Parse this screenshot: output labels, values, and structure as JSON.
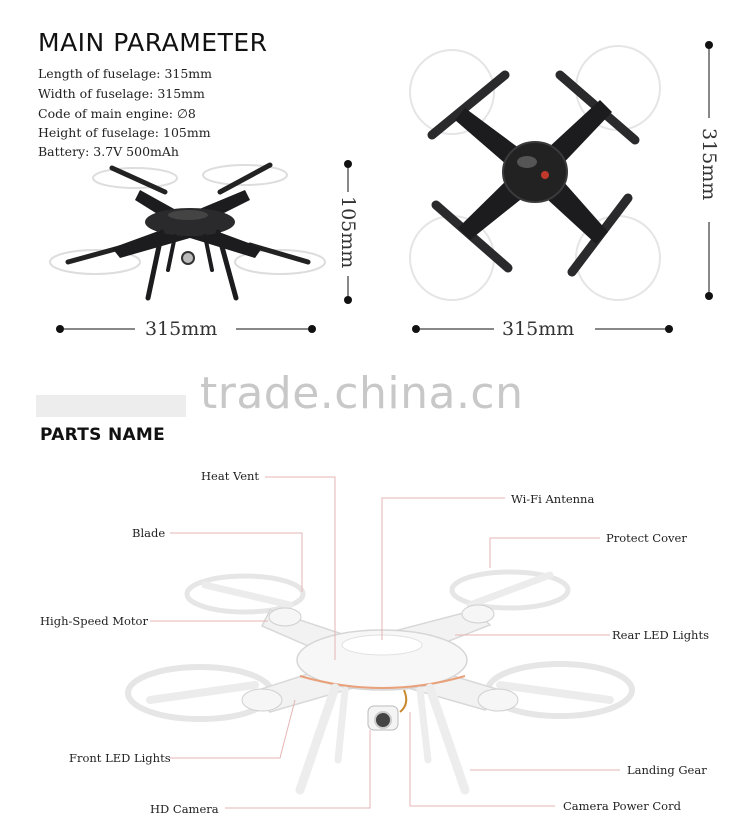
{
  "main_parameter": {
    "heading": "MAIN PARAMETER",
    "specs": [
      "Length of fuselage: 315mm",
      "Width of fuselage: 315mm",
      "Code of main engine: ∅8",
      "Height of fuselage: 105mm",
      "Battery: 3.7V 500mAh"
    ]
  },
  "dimensions": {
    "side_width": "315mm",
    "side_height": "105mm",
    "top_width": "315mm",
    "top_length": "315mm"
  },
  "watermark": "trade.china.cn",
  "parts": {
    "heading": "PARTS NAME",
    "heat_vent": "Heat Vent",
    "wifi_antenna": "Wi-Fi Antenna",
    "blade": "Blade",
    "protect_cover": "Protect Cover",
    "high_speed_motor": "High-Speed Motor",
    "rear_led_lights": "Rear LED Lights",
    "front_led_lights": "Front LED Lights",
    "landing_gear": "Landing Gear",
    "hd_camera": "HD Camera",
    "camera_power_cord": "Camera Power Cord"
  },
  "colors": {
    "drone_black": "#1c1c1e",
    "drone_white": "#f4f4f4",
    "leader_line": "#e5b5b5",
    "dimension_line": "#111111"
  }
}
